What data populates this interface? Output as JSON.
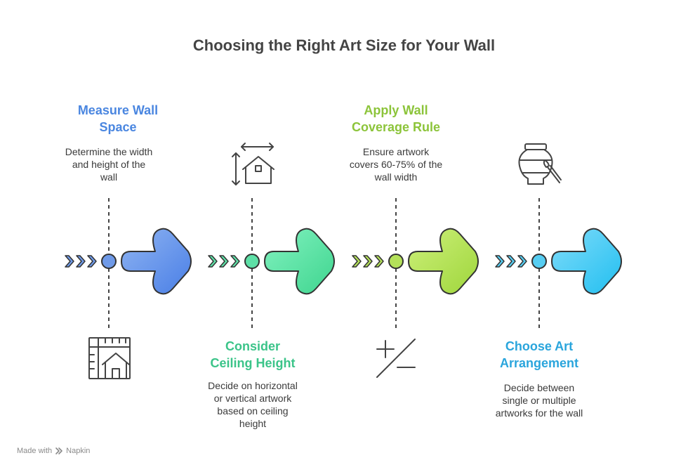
{
  "title": "Choosing the Right Art Size for Your Wall",
  "steps": [
    {
      "heading_line1": "Measure Wall",
      "heading_line2": "Space",
      "desc_lines": [
        "Determine the width",
        "and height of the",
        "wall"
      ],
      "color": "#4a86e0",
      "icon": "ruler-house-icon"
    },
    {
      "heading_line1": "Consider",
      "heading_line2": "Ceiling Height",
      "desc_lines": [
        "Decide on horizontal",
        "or vertical artwork",
        "based on ceiling",
        "height"
      ],
      "color": "#3bc489",
      "icon": "house-dimensions-icon"
    },
    {
      "heading_line1": "Apply Wall",
      "heading_line2": "Coverage Rule",
      "desc_lines": [
        "Ensure artwork",
        "covers 60-75% of the",
        "wall width"
      ],
      "color": "#8cc43a",
      "icon": "plus-minus-icon"
    },
    {
      "heading_line1": "Choose Art",
      "heading_line2": "Arrangement",
      "desc_lines": [
        "Decide between",
        "single or multiple",
        "artworks for the wall"
      ],
      "color": "#2aa5dc",
      "icon": "vase-brush-icon"
    }
  ],
  "footer": {
    "made_with": "Made with",
    "brand": "Napkin"
  }
}
